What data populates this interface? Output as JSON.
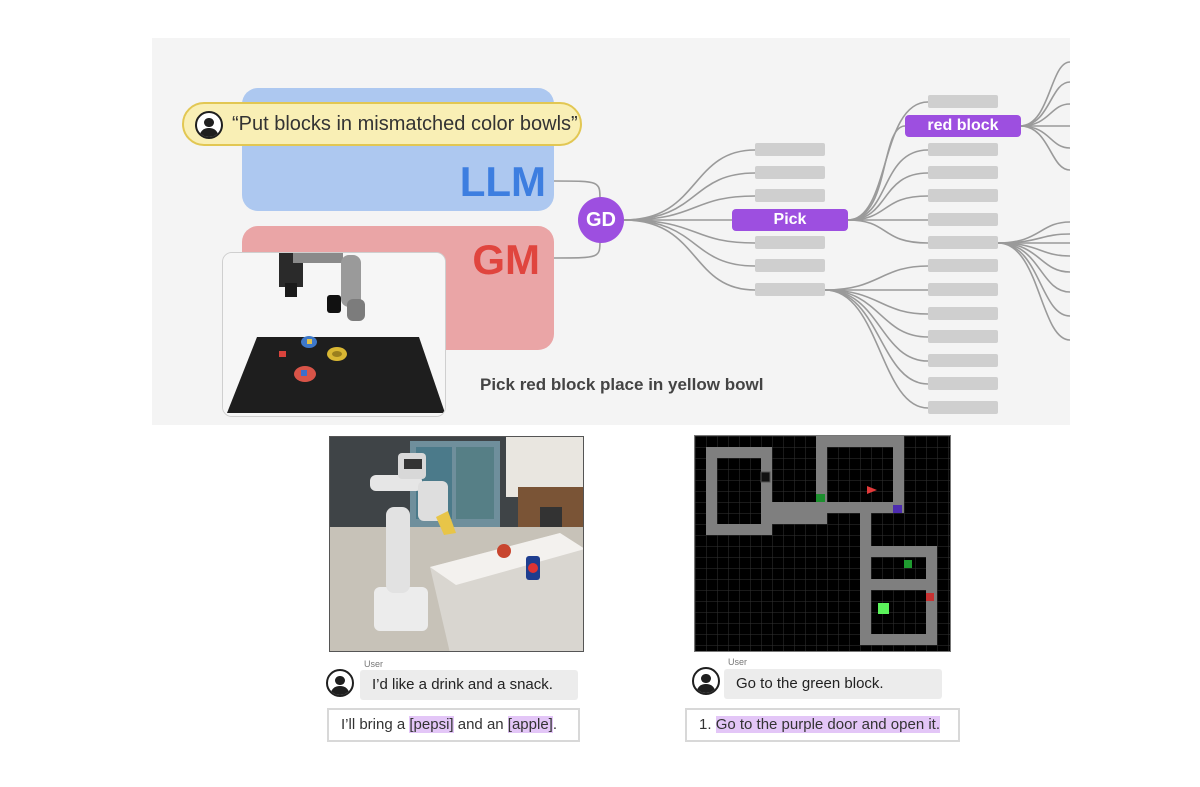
{
  "top": {
    "prompt": "“Put blocks in mismatched color bowls”",
    "llm_label": "LLM",
    "gm_label": "GM",
    "gd_label": "GD",
    "pick_label": "Pick",
    "red_block_label": "red block",
    "caption": "Pick red block place in yellow bowl"
  },
  "left_dialog": {
    "user_tag": "User",
    "user_message": "I’d like a drink and a snack.",
    "reply_parts": [
      {
        "text": "I’ll bring a ",
        "hl": false
      },
      {
        "text": "[pepsi]",
        "hl": true
      },
      {
        "text": " and an ",
        "hl": false
      },
      {
        "text": "[apple]",
        "hl": true
      },
      {
        "text": ".",
        "hl": false
      }
    ]
  },
  "right_dialog": {
    "user_tag": "User",
    "user_message": "Go to the green block.",
    "reply_prefix": "1. ",
    "reply_highlight": "Go to the purple door and open it."
  },
  "colors": {
    "llm_bg": "#adc8f0",
    "llm_text": "#3d7ee0",
    "gm_bg": "#eaa5a6",
    "gm_text": "#e0453e",
    "purple": "#9d4fe0",
    "prompt_bg": "#f9efb5",
    "highlight": "#e3c6f7"
  },
  "icons": [
    "user-icon",
    "robot-arm",
    "robot-photo",
    "gridworld"
  ]
}
